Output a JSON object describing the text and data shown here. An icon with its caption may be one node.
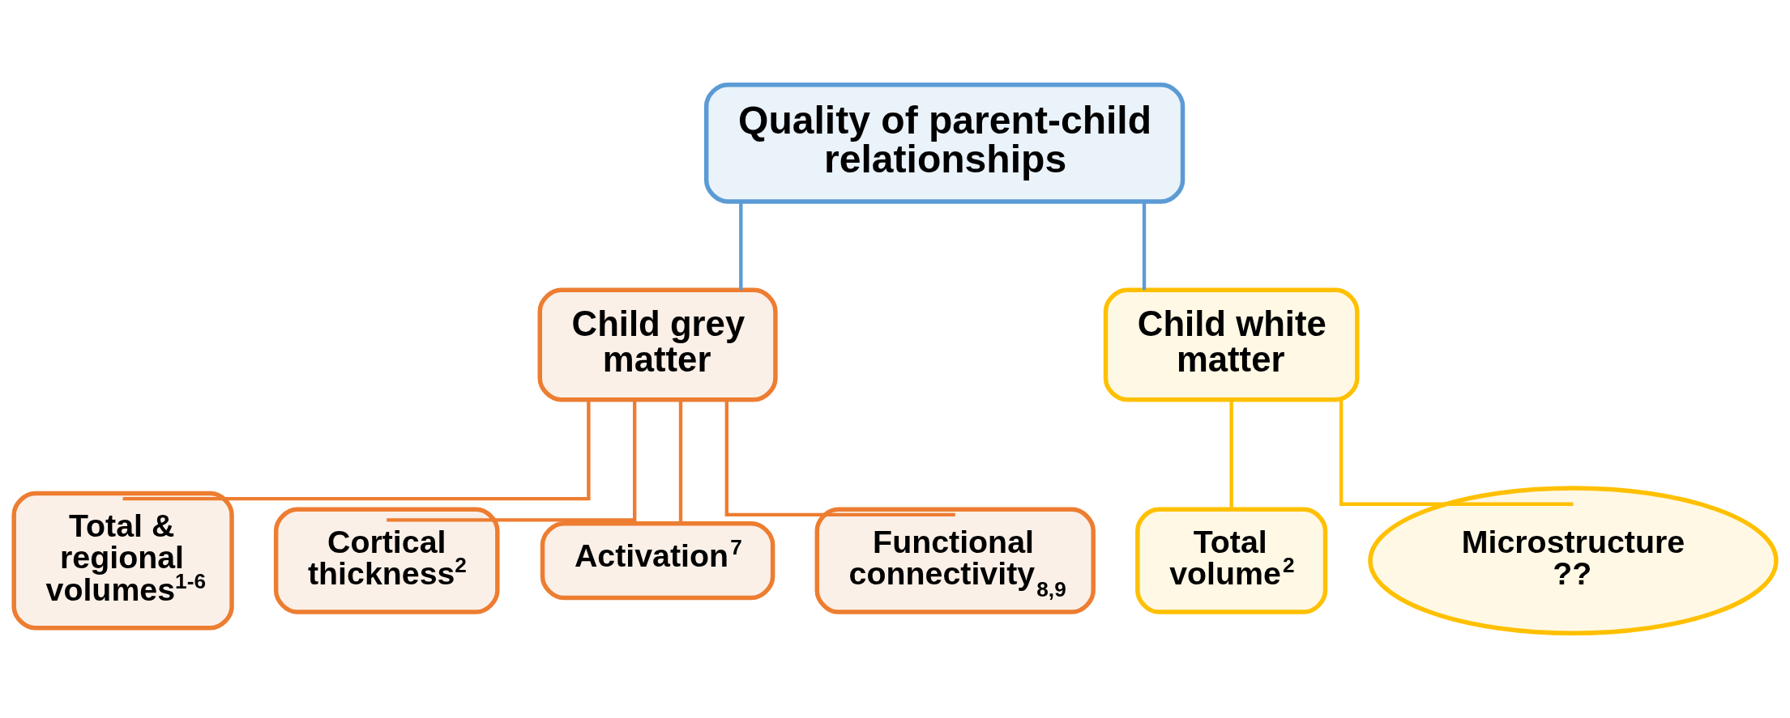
{
  "diagram": {
    "nodes": [
      {
        "text": [
          "Quality of parent-child relationships"
        ]
      },
      {
        "text": [
          "Child grey matter"
        ]
      },
      {
        "text": [
          "Child white matter"
        ]
      },
      {
        "text": [
          "Total & regional volumes$^{1-6}$"
        ]
      },
      {
        "text": [
          "Cortical thickness$^{2}$"
        ]
      },
      {
        "text": [
          "Activation$^{7}$"
        ]
      },
      {
        "text": [
          "Functional connectivity$_{8,9}$"
        ]
      },
      {
        "text": [
          "Total volume$^{2}$"
        ]
      },
      {
        "text": [
          "Microstructure ??"
        ]
      }
    ],
    "edges": [
      {
        "from": 0,
        "to": 1,
        "arrow": "none",
        "color": "#5b9bd5"
      },
      {
        "from": 0,
        "to": 2,
        "arrow": "none",
        "color": "#5b9bd5"
      },
      {
        "from": 1,
        "to": 3,
        "arrow": "none"
      },
      {
        "from": 1,
        "to": 4,
        "arrow": "none"
      },
      {
        "from": 1,
        "to": 5,
        "arrow": "none"
      },
      {
        "from": 1,
        "to": 6,
        "arrow": "none"
      },
      {
        "from": 2,
        "to": 7,
        "arrow": "none",
        "color": "#ffc000"
      },
      {
        "from": 2,
        "to": 8,
        "arrow": "none",
        "color": "#ffc000"
      }
    ]
  }
}
